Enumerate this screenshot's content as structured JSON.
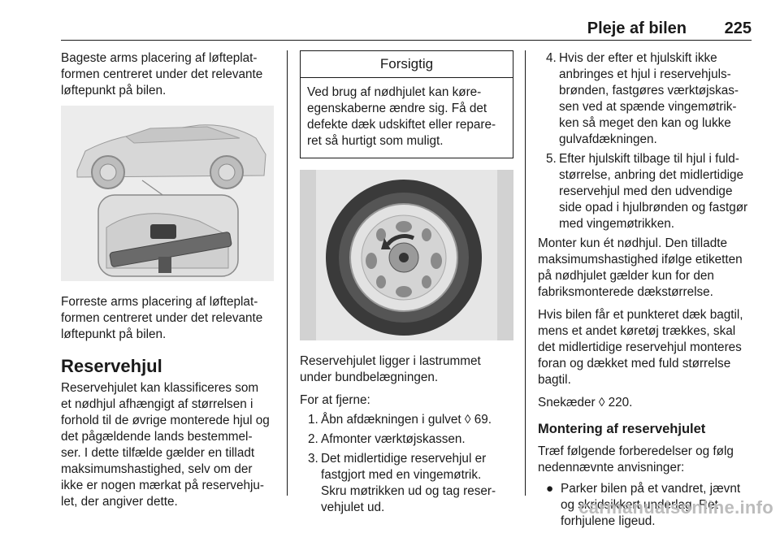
{
  "header": {
    "title": "Pleje af bilen",
    "page_number": "225"
  },
  "col1": {
    "para_rear": [
      "Bageste arms placering af løfteplat-",
      "formen centreret under det relevante",
      "løftepunkt på bilen."
    ],
    "para_front": [
      "Forreste arms placering af løfteplat-",
      "formen centreret under det relevante",
      "løftepunkt på bilen."
    ],
    "heading": "Reservehjul",
    "para_reserve": [
      "Reservehjulet kan klassificeres som",
      "et nødhjul afhængigt af størrelsen i",
      "forhold til de øvrige monterede hjul og",
      "det pågældende lands bestemmel-",
      "ser. I dette tilfælde gælder en tilladt",
      "maksimumshastighed, selv om der",
      "ikke er nogen mærkat på reservehju-",
      "let, der angiver dette."
    ]
  },
  "col2": {
    "caution_title": "Forsigtig",
    "caution_body": [
      "Ved brug af nødhjulet kan køre-",
      "egenskaberne ændre sig. Få det",
      "defekte dæk udskiftet eller repare-",
      "ret så hurtigt som muligt."
    ],
    "para_trunk": [
      "Reservehjulet ligger i lastrummet",
      "under bundbelægningen."
    ],
    "remove_intro": "For at fjerne:",
    "steps": [
      {
        "num": "1.",
        "lines": [
          "Åbn afdækningen i gulvet ◊ 69."
        ]
      },
      {
        "num": "2.",
        "lines": [
          "Afmonter værktøjskassen."
        ]
      },
      {
        "num": "3.",
        "lines": [
          "Det midlertidige reservehjul er",
          "fastgjort med en vingemøtrik.",
          "Skru møtrikken ud og tag reser-",
          "vehjulet ud."
        ]
      }
    ]
  },
  "col3": {
    "steps": [
      {
        "num": "4.",
        "lines": [
          "Hvis der efter et hjulskift ikke",
          "anbringes et hjul i reservehjuls-",
          "brønden, fastgøres værktøjskas-",
          "sen ved at spænde vingemøtrik-",
          "ken så meget den kan og lukke",
          "gulvafdækningen."
        ]
      },
      {
        "num": "5.",
        "lines": [
          "Efter hjulskift tilbage til hjul i fuld-",
          "størrelse, anbring det midlertidige",
          "reservehjul med den udvendige",
          "side opad i hjulbrønden og fastgør",
          "med vingemøtrikken."
        ]
      }
    ],
    "para_one": [
      "Monter kun ét nødhjul. Den tilladte",
      "maksimumshastighed ifølge etiketten",
      "på nødhjulet gælder kun for den",
      "fabriksmonterede dækstørrelse."
    ],
    "para_puncture": [
      "Hvis bilen får et punkteret dæk bagtil,",
      "mens et andet køretøj trækkes, skal",
      "det midlertidige reservehjul monteres",
      "foran og dækket med fuld størrelse",
      "bagtil."
    ],
    "snow_chains": "Snekæder ◊ 220.",
    "heading": "Montering af reservehjulet",
    "para_prep": [
      "Træf følgende forberedelser og følg",
      "nedennævnte anvisninger:"
    ],
    "bullets": [
      {
        "symbol": "●",
        "lines": [
          "Parker bilen på et vandret, jævnt",
          "og skridsikkert underlag. Ret",
          "forhjulene ligeud."
        ]
      }
    ]
  },
  "watermark": "carmanualsonline.info"
}
